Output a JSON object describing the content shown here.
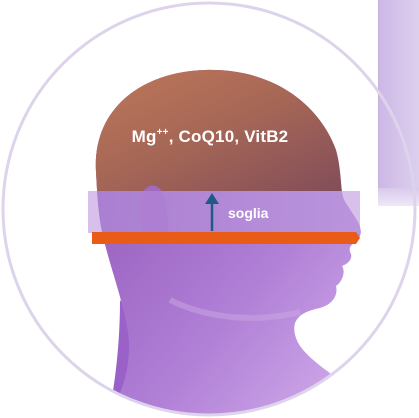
{
  "compound": {
    "base": "Mg",
    "superscript": "++",
    "rest": ", CoQ10, VitB2"
  },
  "threshold_label": "soglia",
  "colors": {
    "skin_top": "#a86858",
    "skin_purple": "#a878d0",
    "threshold_band": "#b690d8",
    "threshold_line": "#e85c18",
    "arrow": "#1f5a86",
    "circle_border": "#dcd3ea",
    "panel": "#cdb8e6"
  }
}
